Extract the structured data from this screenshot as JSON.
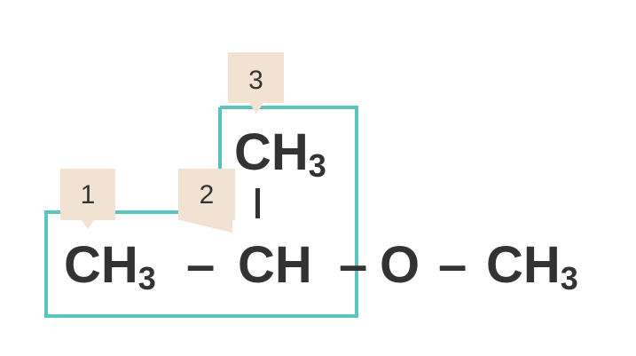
{
  "diagram": {
    "colors": {
      "outline": "#5bc4c0",
      "text": "#333333",
      "tag_fill": "#f2e2d2"
    },
    "labels": [
      {
        "id": "1",
        "text": "1"
      },
      {
        "id": "2",
        "text": "2"
      },
      {
        "id": "3",
        "text": "3"
      }
    ],
    "formula": {
      "branch_group": "CH",
      "branch_sub": "3",
      "c1_group": "CH",
      "c1_sub": "3",
      "bond_1": "–",
      "c2_group": "CH",
      "bond_2": "–",
      "oxygen": "O",
      "bond_3": "–",
      "terminal_group": "CH",
      "terminal_sub": "3"
    }
  }
}
